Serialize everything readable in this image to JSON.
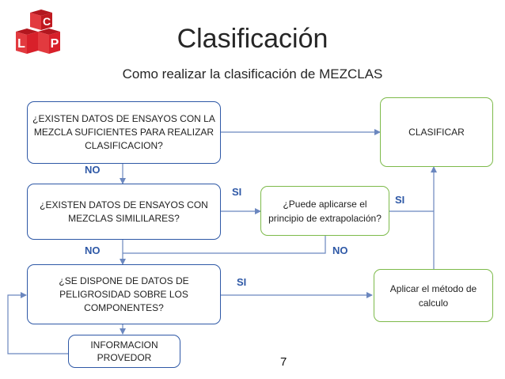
{
  "header": {
    "logo_letters": [
      "C",
      "L",
      "P"
    ],
    "title": "Clasificación",
    "subtitle": "Como realizar la clasificación de MEZCLAS"
  },
  "boxes": {
    "q1": "¿EXISTEN DATOS DE ENSAYOS CON LA MEZCLA SUFICIENTES PARA REALIZAR CLASIFICACION?",
    "q2": "¿EXISTEN DATOS DE ENSAYOS CON MEZCLAS SIMILILARES?",
    "q3": "¿SE DISPONE DE DATOS DE PELIGROSIDAD SOBRE LOS COMPONENTES?",
    "info": "INFORMACION PROVEDOR",
    "extrap": "¿Puede aplicarse el principio de extrapolación?",
    "clasificar": "CLASIFICAR",
    "metodo": "Aplicar el método de calculo"
  },
  "labels": {
    "no1": "NO",
    "si_q2": "SI",
    "si_extrap": "SI",
    "no2": "NO",
    "no_extrap": "NO",
    "si_q3": "SI"
  },
  "page_number": "7",
  "colors": {
    "flow_blue": "#2e58a6",
    "flow_green": "#7dba4a",
    "logo_red": "#d8202a"
  }
}
